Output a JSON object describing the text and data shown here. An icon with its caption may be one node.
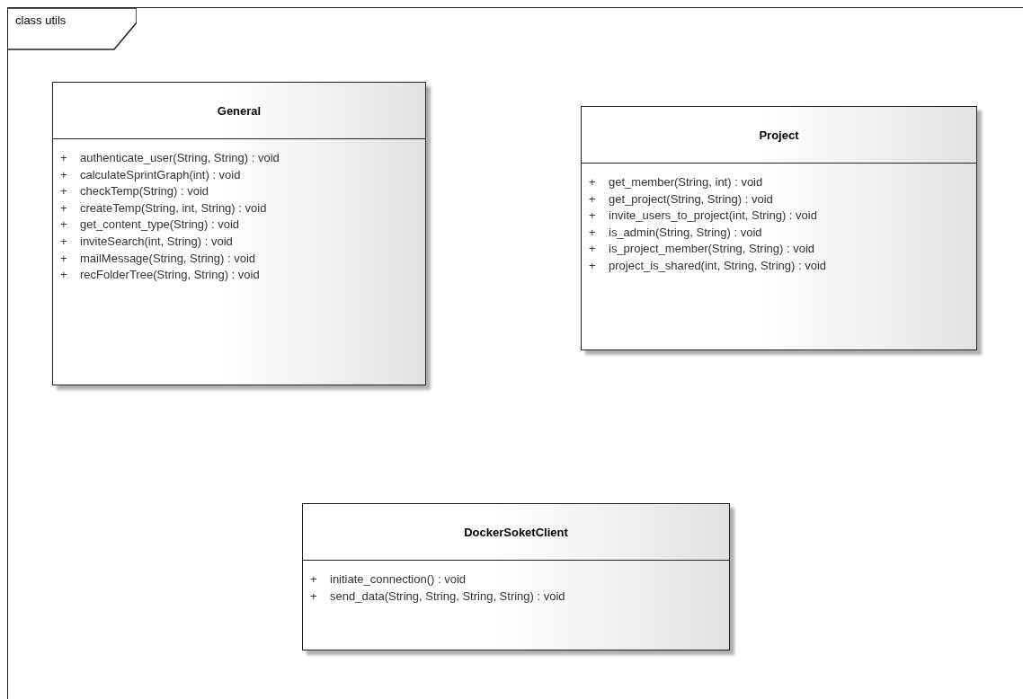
{
  "diagram": {
    "nodes": [
      {
        "text": [
          "class utils"
        ]
      },
      {
        "text": [
          "General",
          "+ authenticate_user(String, String) : void",
          "+ calculateSprintGraph(int) : void",
          "+ checkTemp(String) : void",
          "+ createTemp(String, int, String) : void",
          "+ get_content_type(String) : void",
          "+ inviteSearch(int, String) : void",
          "+ mailMessage(String, String) : void",
          "+ recFolderTree(String, String) : void"
        ],
        "in": 0
      },
      {
        "text": [
          "Project",
          "+ get_member(String, int) : void",
          "+ get_project(String, String) : void",
          "+ invite_users_to_project(int, String) : void",
          "+ is_admin(String, String) : void",
          "+ is_project_member(String, String) : void",
          "+ project_is_shared(int, String, String) : void"
        ],
        "in": 0
      },
      {
        "text": [
          "DockerSoketClient",
          "+ initiate_connection() : void",
          "+ send_data(String, String, String, String) : void"
        ],
        "in": 0
      }
    ],
    "edges": []
  }
}
